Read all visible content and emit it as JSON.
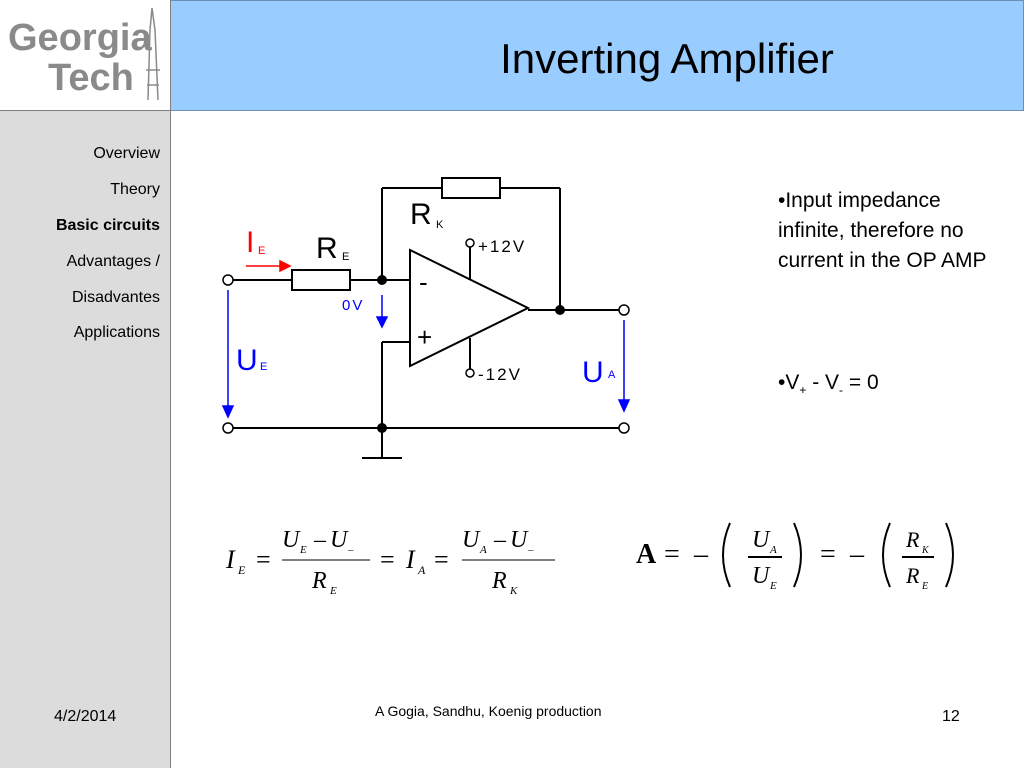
{
  "logo": {
    "line1": "Georgia",
    "line2": "Tech"
  },
  "title": "Inverting Amplifier",
  "sidebar": {
    "items": [
      {
        "label": "Overview",
        "active": false
      },
      {
        "label": "Theory",
        "active": false
      },
      {
        "label": "Basic circuits",
        "active": true
      },
      {
        "label": "Advantages /",
        "active": false
      },
      {
        "label": "Disadvantes",
        "active": false
      },
      {
        "label": "Applications",
        "active": false
      }
    ]
  },
  "bullets": {
    "b1": "•Input impedance infinite, therefore no current in the OP AMP",
    "b2_prefix": "•V",
    "b2_sub_plus": "+",
    "b2_mid": " - V",
    "b2_sub_minus": "-",
    "b2_suffix": " = 0"
  },
  "circuit": {
    "ie": "I",
    "ie_sub": "E",
    "re": "R",
    "re_sub": "E",
    "rk": "R",
    "rk_sub": "K",
    "ue": "U",
    "ue_sub": "E",
    "ua": "U",
    "ua_sub": "A",
    "vplus": "+12V",
    "vminus": "-12V",
    "zero_v": "0V",
    "minus_sign": "-",
    "plus_sign": "+"
  },
  "equations": {
    "eq1": {
      "I": "I",
      "E": "E",
      "eq": "=",
      "num1": "U",
      "numsub1": "E",
      "dash": "–",
      "U2": "U",
      "sub_minus": "–",
      "den1": "R",
      "densub1": "E",
      "I2": "I",
      "A": "A",
      "num2": "U",
      "numsub2": "A",
      "den2": "R",
      "densub2": "K"
    },
    "eq2": {
      "A": "A",
      "eq": "=",
      "neg": "–",
      "U_A": "U",
      "sub_A": "A",
      "U_E": "U",
      "sub_E": "E",
      "R_K": "R",
      "sub_K": "K",
      "R_E": "R",
      "sub_E2": "E"
    }
  },
  "footer": {
    "date": "4/2/2014",
    "credit": "A Gogia, Sandhu, Koenig production",
    "page": "12"
  },
  "colors": {
    "title_bar": "#99ccff",
    "sidebar": "#dcdcdc",
    "accent_blue": "#0000ff",
    "accent_red": "#ff0000"
  }
}
